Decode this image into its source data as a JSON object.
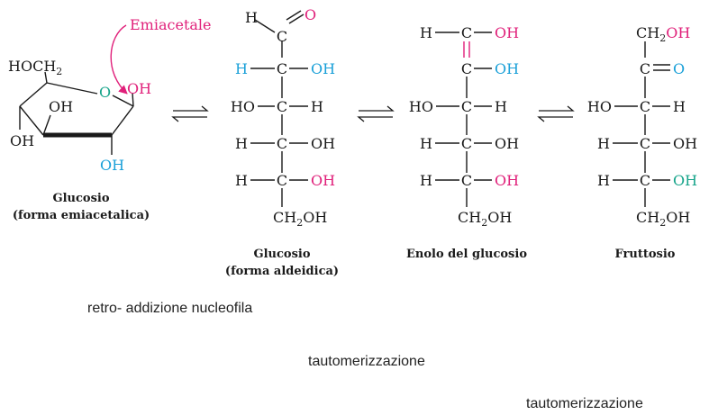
{
  "colors": {
    "black": "#1a1a1a",
    "magenta": "#e0207a",
    "blue": "#1aa0d8",
    "teal": "#16a48a"
  },
  "hemiacetal_ring": {
    "callout": "Emiacetale",
    "ring_oxygen": "O",
    "group_ch2": "HOCH",
    "group_ch2_sub": "2",
    "anomeric_oh": "OH",
    "oh_c4": "OH",
    "oh_c3": "OH",
    "oh_c2": "OH",
    "caption_line1": "Glucosio",
    "caption_line2": "(forma emiacetalica)"
  },
  "glucose_open": {
    "c1_h": "H",
    "c1_c": "C",
    "c1_o": "O",
    "c2_h": "H",
    "c2_c": "C",
    "c2_oh": "OH",
    "c3_ho": "HO",
    "c3_c": "C",
    "c3_h": "H",
    "c4_h": "H",
    "c4_c": "C",
    "c4_oh": "OH",
    "c5_h": "H",
    "c5_c": "C",
    "c5_oh": "OH",
    "c6": "CH",
    "c6_sub": "2",
    "c6_oh": "OH",
    "caption_line1": "Glucosio",
    "caption_line2": "(forma aldeidica)"
  },
  "enol": {
    "c1_h": "H",
    "c1_c": "C",
    "c1_oh": "OH",
    "c2_c": "C",
    "c2_oh": "OH",
    "c3_ho": "HO",
    "c3_c": "C",
    "c3_h": "H",
    "c4_h": "H",
    "c4_c": "C",
    "c4_oh": "OH",
    "c5_h": "H",
    "c5_c": "C",
    "c5_oh": "OH",
    "c6": "CH",
    "c6_sub": "2",
    "c6_oh": "OH",
    "caption": "Enolo del glucosio"
  },
  "fructose": {
    "c1": "CH",
    "c1_sub": "2",
    "c1_oh": "OH",
    "c2_c": "C",
    "c2_o": "O",
    "c3_ho": "HO",
    "c3_c": "C",
    "c3_h": "H",
    "c4_h": "H",
    "c4_c": "C",
    "c4_oh": "OH",
    "c5_h": "H",
    "c5_c": "C",
    "c5_oh": "OH",
    "c6": "CH",
    "c6_sub": "2",
    "c6_oh": "OH",
    "caption": "Fruttosio"
  },
  "notes": {
    "step1": "retro- addizione nucleofila",
    "step2": "tautomerizzazione",
    "step3": "tautomerizzazione"
  }
}
